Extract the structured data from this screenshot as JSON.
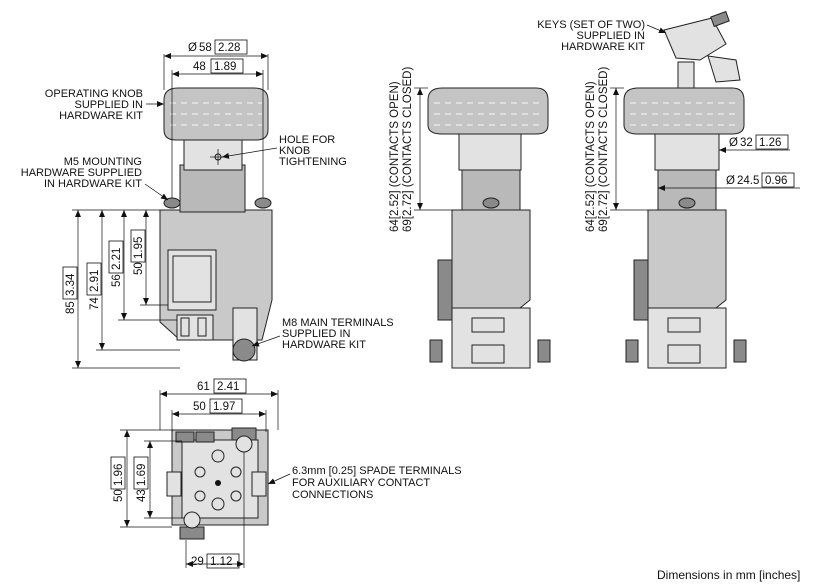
{
  "labels": {
    "operating_knob": [
      "OPERATING KNOB",
      "SUPPLIED IN",
      "HARDWARE KIT"
    ],
    "hole_knob": [
      "HOLE FOR",
      "KNOB",
      "TIGHTENING"
    ],
    "m5_mounting": [
      "M5 MOUNTING",
      "HARDWARE SUPPLIED",
      "IN HARDWARE KIT"
    ],
    "m8_terminals": [
      "M8 MAIN TERMINALS",
      "SUPPLIED IN",
      "HARDWARE KIT"
    ],
    "keys": [
      "KEYS (SET OF TWO)",
      "SUPPLIED IN",
      "HARDWARE KIT"
    ],
    "spade_terminals": [
      "6.3mm [0.25] SPADE TERMINALS",
      "FOR AUXILIARY CONTACT",
      "CONNECTIONS"
    ],
    "contacts_open": "64[2.52] (CONTACTS OPEN)",
    "contacts_closed": "69[2.72] (CONTACTS CLOSED)",
    "contacts_open_2": "64[2.52] (CONTACTS OPEN)",
    "contacts_closed_2": "69[2.72] (CONTACTS CLOSED)",
    "footer": "Dimensions in mm [inches]"
  },
  "dimensions": {
    "d58": {
      "mm": "58",
      "in": "2.28"
    },
    "w48": {
      "mm": "48",
      "in": "1.89"
    },
    "h85": {
      "mm": "85",
      "in": "3.34"
    },
    "h74": {
      "mm": "74",
      "in": "2.91"
    },
    "h56": {
      "mm": "56",
      "in": "2.21"
    },
    "h50": {
      "mm": "50",
      "in": "1.95"
    },
    "d32": {
      "mm": "32",
      "in": "1.26"
    },
    "d24": {
      "mm": "24.5",
      "in": "0.96"
    },
    "w61": {
      "mm": "61",
      "in": "2.41"
    },
    "w50": {
      "mm": "50",
      "in": "1.97"
    },
    "v50": {
      "mm": "50",
      "in": "1.96"
    },
    "v43": {
      "mm": "43",
      "in": "1.69"
    },
    "w29": {
      "mm": "29",
      "in": "1.12"
    }
  }
}
